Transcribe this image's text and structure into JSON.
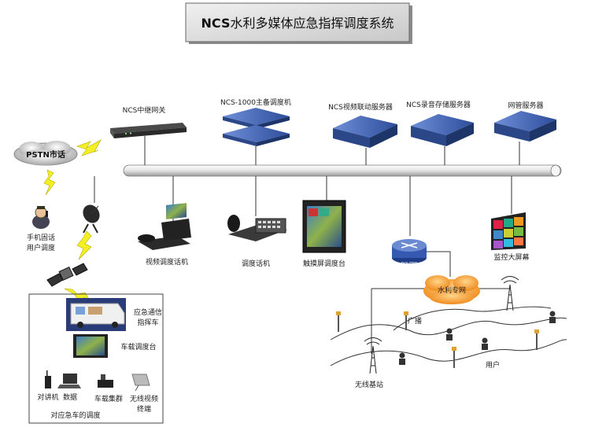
{
  "title": {
    "prefix": "NCS",
    "suffix": "水利多媒体应急指挥调度系统"
  },
  "nodes": {
    "gateway": "NCS中继网关",
    "main_dispatcher": "NCS-1000主备调度机",
    "video_link_server": "NCS视频联动服务器",
    "recording_server": "NCS录音存储服务器",
    "network_mgmt_server": "网管服务器",
    "pstn": "PSTN市话",
    "mobile_user_line1": "手机固话",
    "mobile_user_line2": "用户调度",
    "video_phone": "视频调度话机",
    "dispatch_phone": "调度话机",
    "touch_console": "触摸屏调度台",
    "router_text": "ROUTER",
    "monitor_screen": "监控大屏幕",
    "water_network": "水利专网",
    "broadcast": "广播",
    "wireless_base": "无线基站",
    "user": "用户",
    "cmd_vehicle_line1": "应急通信",
    "cmd_vehicle_line2": "指挥车",
    "vehicle_console": "车载调度台",
    "walkie_talkie": "对讲机",
    "data": "数据",
    "vehicle_cluster": "车载集群",
    "wireless_video_line1": "无线视频",
    "wireless_video_line2": "终端",
    "vehicle_dispatch_caption": "对应急车的调度"
  },
  "colors": {
    "server": "#3e5fae",
    "bus": "#e8e8e8",
    "cloud": "#f6a13c",
    "lightning": "#f2ef25",
    "router": "#3558b0"
  }
}
